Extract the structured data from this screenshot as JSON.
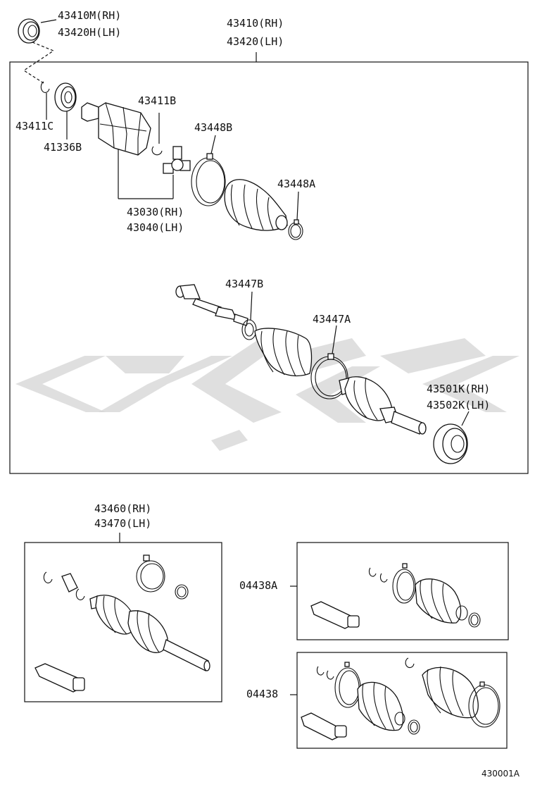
{
  "labels": {
    "p43410m": "43410M(RH)",
    "p43420h": "43420H(LH)",
    "p43410": "43410(RH)",
    "p43420": "43420(LH)",
    "p43411c": "43411C",
    "p41336b": "41336B",
    "p43411b": "43411B",
    "p43448b": "43448B",
    "p43448a": "43448A",
    "p43030": "43030(RH)",
    "p43040": "43040(LH)",
    "p43447b": "43447B",
    "p43447a": "43447A",
    "p43501k": "43501K(RH)",
    "p43502k": "43502K(LH)",
    "p43460": "43460(RH)",
    "p43470": "43470(LH)",
    "p04438a": "04438A",
    "p04438": "04438",
    "diagram_code": "430001A"
  },
  "colors": {
    "line": "#111111",
    "watermark": "#d4d4d4",
    "background": "#ffffff"
  }
}
